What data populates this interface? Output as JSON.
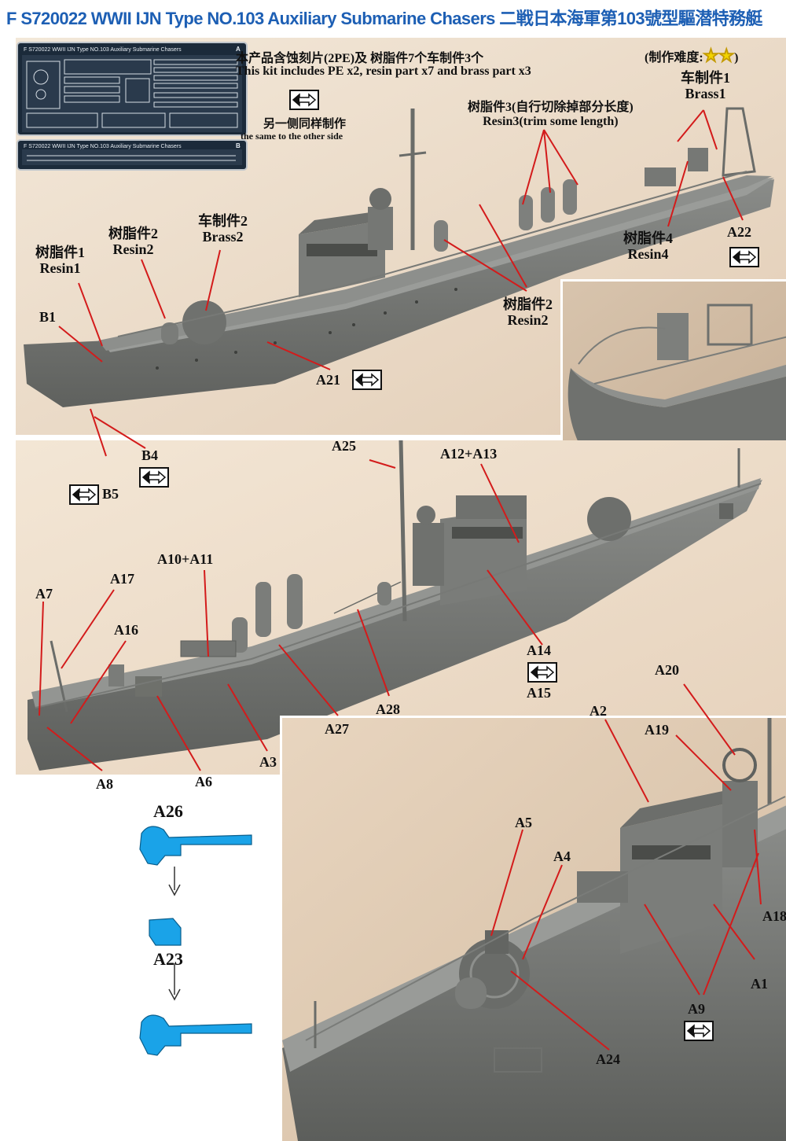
{
  "title": "F S720022 WWII IJN Type NO.103 Auxiliary Submarine Chasers 二戦日本海軍第103號型驅潜特務艇",
  "intro": {
    "cn": "本产品含蚀刻片(2PE)及 树脂件7个车制件3个",
    "en": "This kit includes PE x2, resin part x7 and brass part x3",
    "difficulty_label": "(制作难度:",
    "difficulty_close": ")",
    "stars": "★★",
    "other_side_cn": "另一侧同样制作",
    "other_side_en": "the same to the other side"
  },
  "pe_sheets": {
    "sheet_a_title": "F S720022 WWII IJN Type NO.103 Auxiliary Submarine Chasers",
    "sheet_b_title": "F S720022 WWII IJN Type NO.103 Auxiliary Submarine Chasers",
    "letter_a": "A",
    "letter_b": "B"
  },
  "callouts": {
    "resin1": {
      "cn": "树脂件1",
      "en": "Resin1"
    },
    "resin2_left": {
      "cn": "树脂件2",
      "en": "Resin2"
    },
    "brass2": {
      "cn": "车制件2",
      "en": "Brass2"
    },
    "resin3": {
      "cn": "树脂件3(自行切除掉部分长度)",
      "en": "Resin3(trim some length)"
    },
    "brass1": {
      "cn": "车制件1",
      "en": "Brass1"
    },
    "resin4": {
      "cn": "树脂件4",
      "en": "Resin4"
    },
    "resin2_mid": {
      "cn": "树脂件2",
      "en": "Resin2"
    }
  },
  "part_labels": {
    "B1": "B1",
    "A21": "A21",
    "A22": "A22",
    "B4": "B4",
    "B5": "B5",
    "A25": "A25",
    "A12A13": "A12+A13",
    "A10A11": "A10+A11",
    "A7": "A7",
    "A17": "A17",
    "A16": "A16",
    "A14": "A14",
    "A15": "A15",
    "A28": "A28",
    "A27": "A27",
    "A3": "A3",
    "A8": "A8",
    "A6": "A6",
    "A20": "A20",
    "A2": "A2",
    "A19": "A19",
    "A5": "A5",
    "A4": "A4",
    "A18": "A18",
    "A1": "A1",
    "A9": "A9",
    "A24": "A24",
    "A26": "A26",
    "A23": "A23"
  },
  "colors": {
    "title": "#1d5fb4",
    "hull": "#7a7c79",
    "background_photo": "#e9d9c6",
    "diagram_part": "#1aa3e8",
    "star": "#f2d400"
  }
}
